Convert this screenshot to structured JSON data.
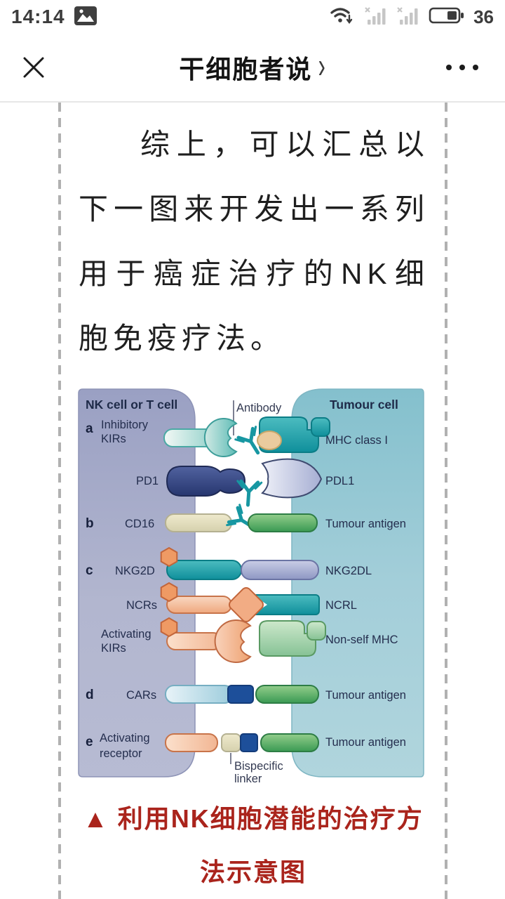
{
  "status_bar": {
    "time": "14:14",
    "battery_percent": "36",
    "icons": {
      "screenshot_icon": "picture glyph",
      "wifi_icon": "wifi with down arrow",
      "signal1_icon": "signal bars muted x",
      "signal2_icon": "signal bars muted x",
      "battery_icon": "battery outline"
    }
  },
  "nav": {
    "close_glyph": "✕",
    "title": "干细胞者说",
    "chevron_glyph": "›",
    "more_glyph": "⋯"
  },
  "article": {
    "paragraph": "综上，可以汇总以下一图来开发出一系列用于癌症治疗的NK细胞免疫疗法。",
    "caption": "▲ 利用NK细胞潜能的治疗方法示意图"
  },
  "figure": {
    "left_panel_title": "NK cell or T cell",
    "right_panel_title": "Tumour cell",
    "antibody_label": "Antibody",
    "bispecific_line1": "Bispecific",
    "bispecific_line2": "linker",
    "rows": [
      {
        "letter": "a",
        "left1": "Inhibitory",
        "left2": "KIRs",
        "right": "MHC class I"
      },
      {
        "letter": "",
        "left1": "PD1",
        "left2": "",
        "right": "PDL1"
      },
      {
        "letter": "b",
        "left1": "CD16",
        "left2": "",
        "right": "Tumour antigen"
      },
      {
        "letter": "c",
        "left1": "NKG2D",
        "left2": "",
        "right": "NKG2DL"
      },
      {
        "letter": "",
        "left1": "NCRs",
        "left2": "",
        "right": "NCRL"
      },
      {
        "letter": "",
        "left1": "Activating",
        "left2": "KIRs",
        "right": "Non-self MHC"
      },
      {
        "letter": "d",
        "left1": "CARs",
        "left2": "",
        "right": "Tumour antigen"
      },
      {
        "letter": "e",
        "left1": "Activating",
        "left2": "receptor",
        "right": "Tumour antigen"
      }
    ],
    "colors": {
      "accent_red": "#aa241c",
      "panel_left_lavender": "#a9aecb",
      "panel_right_teal": "#9ccbd6",
      "teal": "#17929e",
      "green": "#3c9c55",
      "peach": "#f0af88",
      "orange_hex": "#ef9a64",
      "navy": "#2c3c78",
      "lavender_rod": "#9aa3cc",
      "dark_blue": "#1d4f9a",
      "cream": "#e6e2c4"
    }
  }
}
